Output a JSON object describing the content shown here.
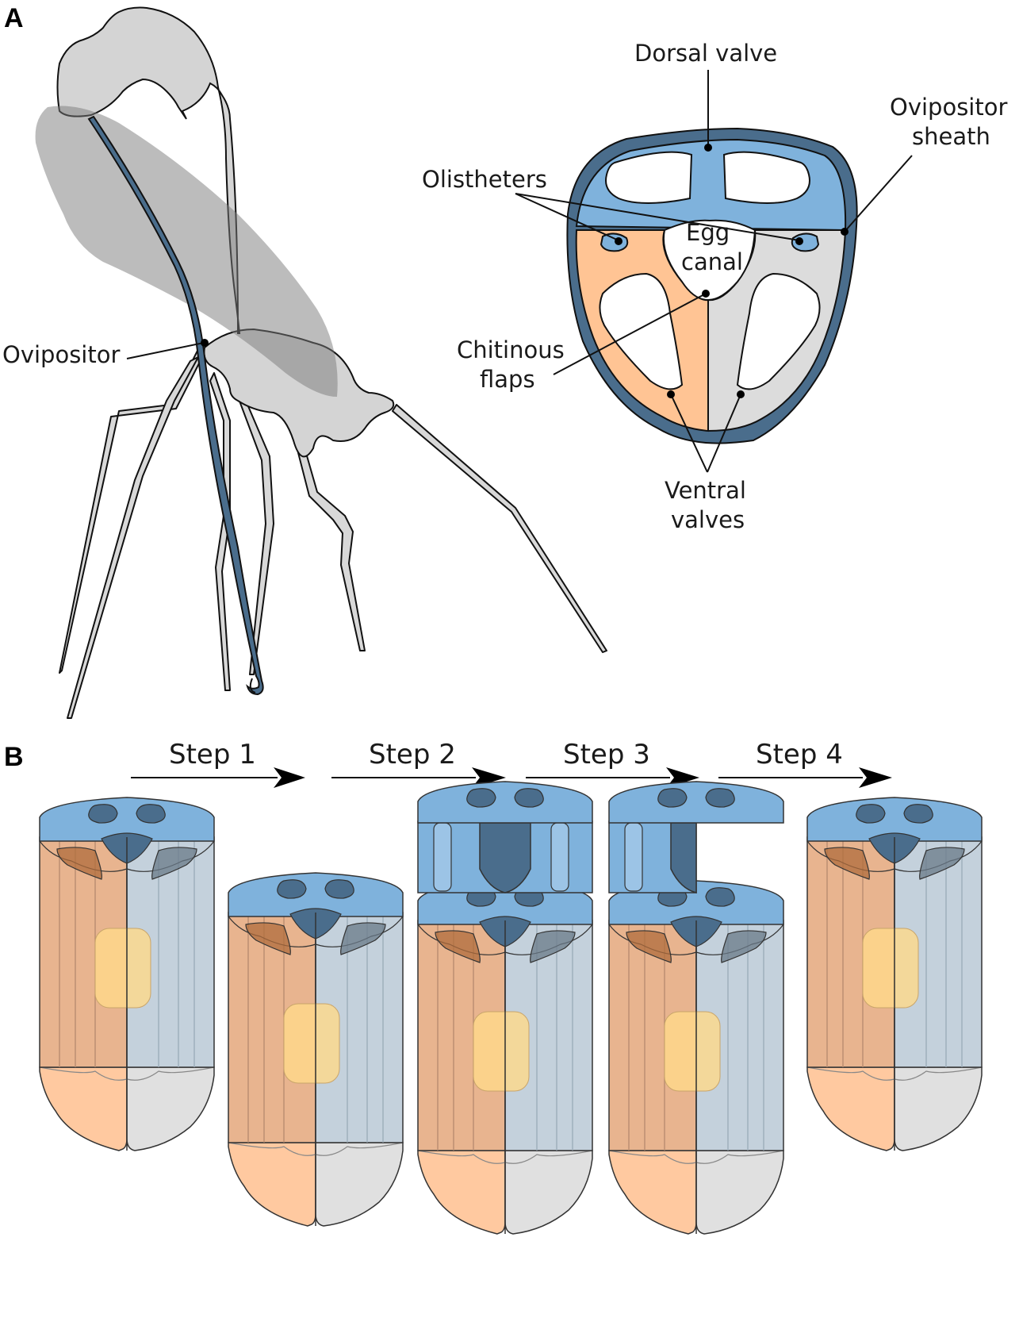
{
  "panels": {
    "a": "A",
    "b": "B"
  },
  "labels": {
    "ovipositor": "Ovipositor",
    "dorsal_valve": "Dorsal valve",
    "ovipositor_sheath_1": "Ovipositor",
    "ovipositor_sheath_2": "sheath",
    "olistheters": "Olistheters",
    "egg_1": "Egg",
    "egg_2": "canal",
    "chitinous_1": "Chitinous",
    "chitinous_2": "flaps",
    "ventral_1": "Ventral",
    "ventral_2": "valves"
  },
  "steps": [
    "Step 1",
    "Step 2",
    "Step 3",
    "Step 4"
  ],
  "colors": {
    "dorsal_blue": "#7fb2dc",
    "dark_blue": "#4a6d8c",
    "left_valve_orange": "#ffc494",
    "right_valve_grey": "#dcdcdc",
    "body_grey": "#d4d4d4",
    "egg_yellow": "#ffd98a"
  }
}
